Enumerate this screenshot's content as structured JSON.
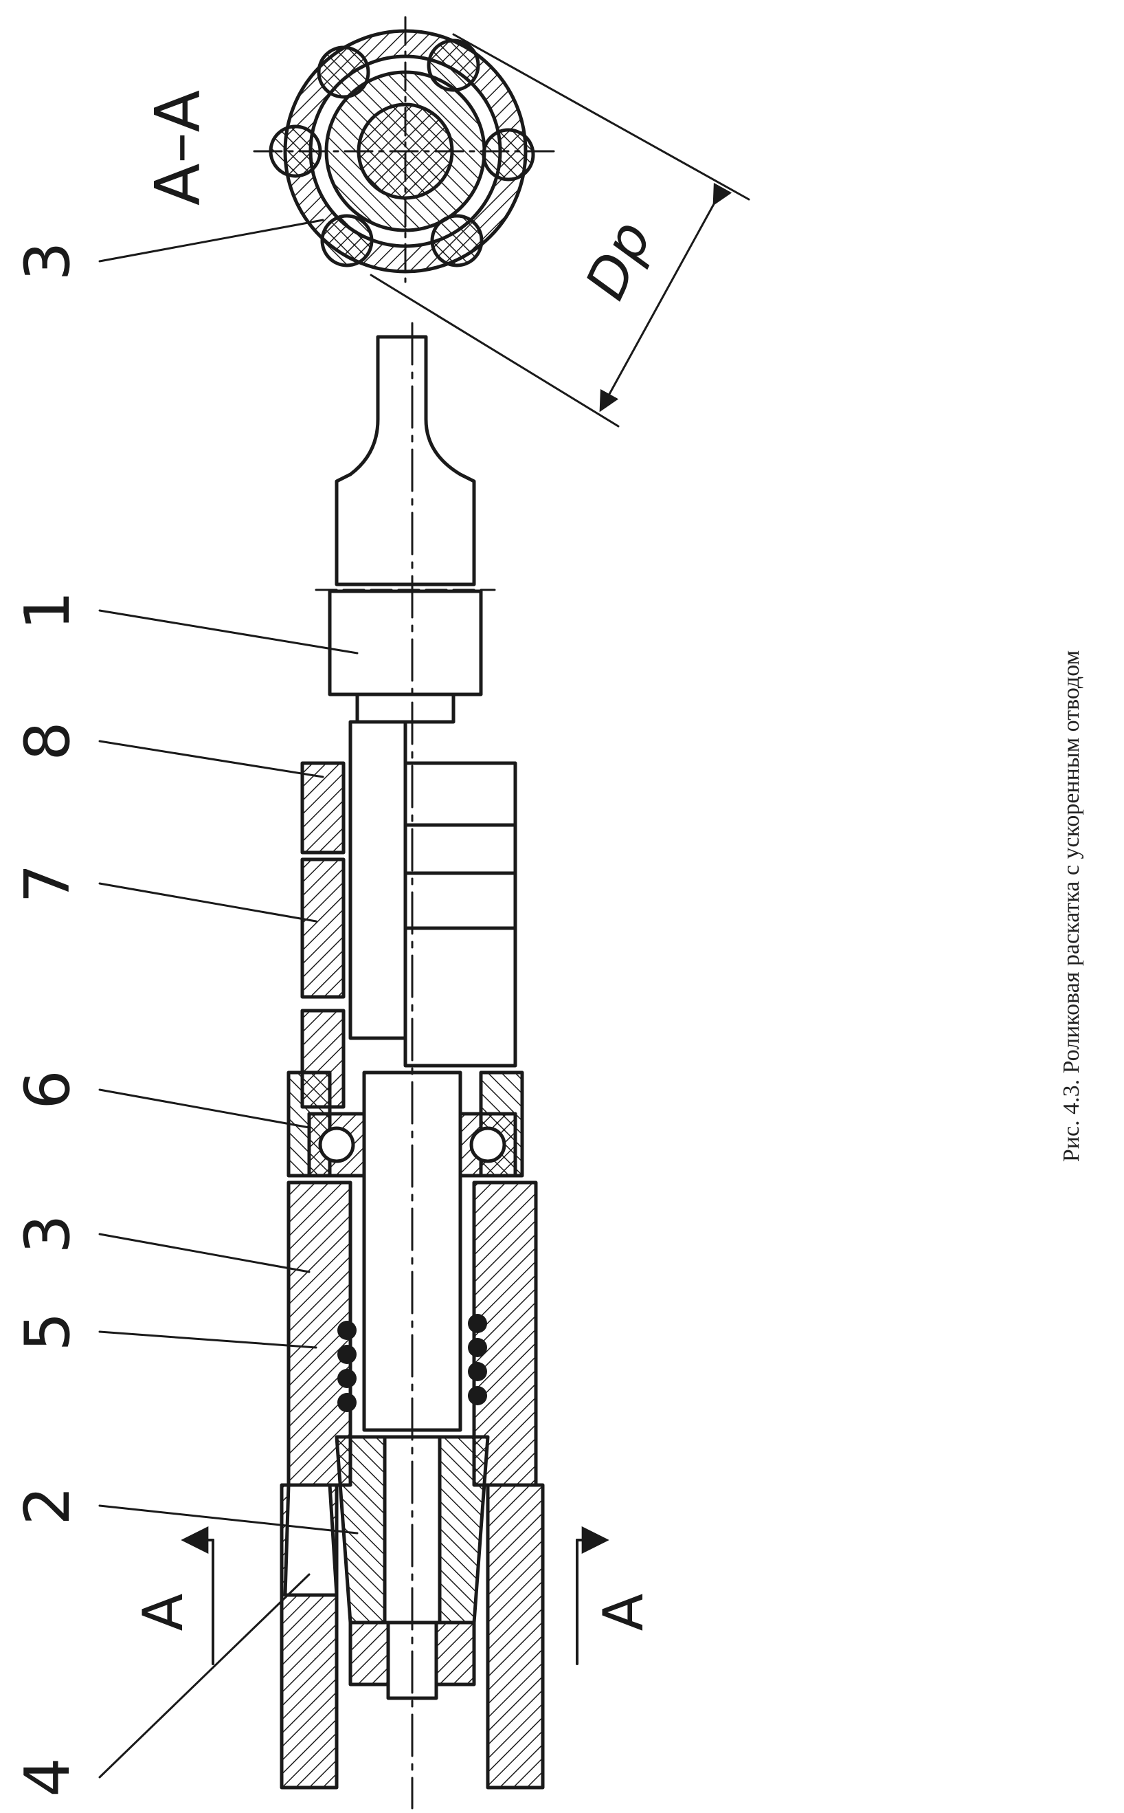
{
  "figure": {
    "caption": "Рис. 4.3. Роликовая раскатка с ускоренным отводом",
    "callouts": [
      "1",
      "8",
      "7",
      "6",
      "3",
      "5",
      "2",
      "4",
      "3"
    ],
    "section_title": "A–A",
    "section_markers": [
      "A",
      "A"
    ],
    "dimension_label": "Dр",
    "colors": {
      "ink": "#1a1a1a",
      "paper": "#ffffff"
    }
  }
}
